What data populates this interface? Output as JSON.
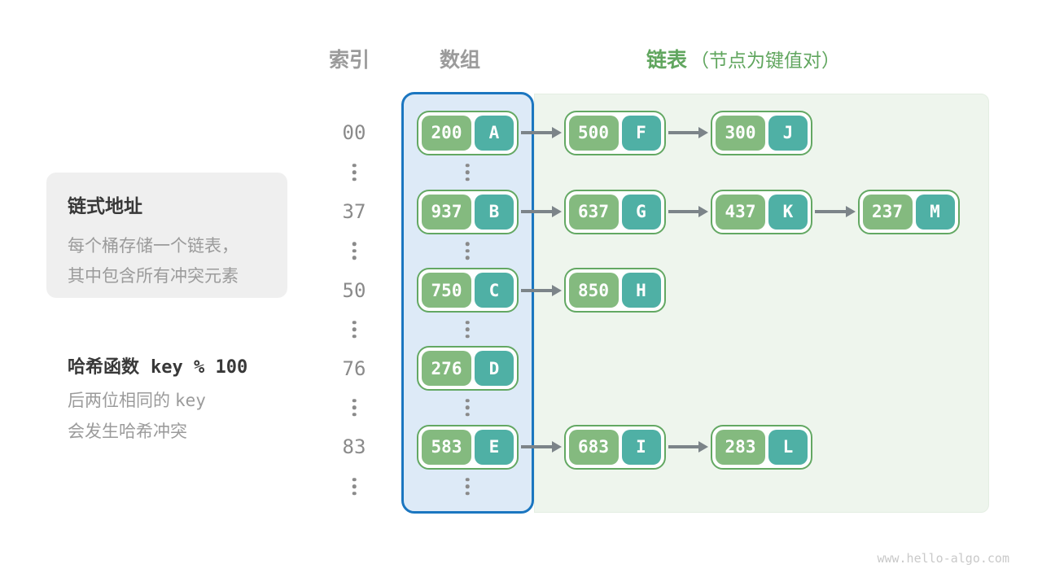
{
  "headers": {
    "index": "索引",
    "array": "数组",
    "list": "链表",
    "list_note": "（节点为键值对）"
  },
  "notes": {
    "chaining": {
      "title": "链式地址",
      "line1": "每个桶存储一个链表，",
      "line2": "其中包含所有冲突元素"
    },
    "hash": {
      "label": "哈希函数",
      "code": "key % 100",
      "line1_text": "后两位相同的",
      "line1_code": "key",
      "line2": "会发生哈希冲突"
    }
  },
  "hash_table": {
    "rows": [
      {
        "index": "00",
        "nodes": [
          {
            "key": "200",
            "value": "A"
          },
          {
            "key": "500",
            "value": "F"
          },
          {
            "key": "300",
            "value": "J"
          }
        ]
      },
      {
        "index": "37",
        "nodes": [
          {
            "key": "937",
            "value": "B"
          },
          {
            "key": "637",
            "value": "G"
          },
          {
            "key": "437",
            "value": "K"
          },
          {
            "key": "237",
            "value": "M"
          }
        ]
      },
      {
        "index": "50",
        "nodes": [
          {
            "key": "750",
            "value": "C"
          },
          {
            "key": "850",
            "value": "H"
          }
        ]
      },
      {
        "index": "76",
        "nodes": [
          {
            "key": "276",
            "value": "D"
          }
        ]
      },
      {
        "index": "83",
        "nodes": [
          {
            "key": "583",
            "value": "E"
          },
          {
            "key": "683",
            "value": "I"
          },
          {
            "key": "283",
            "value": "L"
          }
        ]
      }
    ]
  },
  "colors": {
    "accent_blue": "#1b76c0",
    "array_bg": "#ddeaf7",
    "list_bg": "#eef5ed",
    "node_border": "#63a863",
    "key_bg": "#84ba7f",
    "value_bg": "#4fb0a5",
    "header_green": "#61a65f",
    "text_gray": "#9b9b9b"
  },
  "watermark": "www.hello-algo.com"
}
